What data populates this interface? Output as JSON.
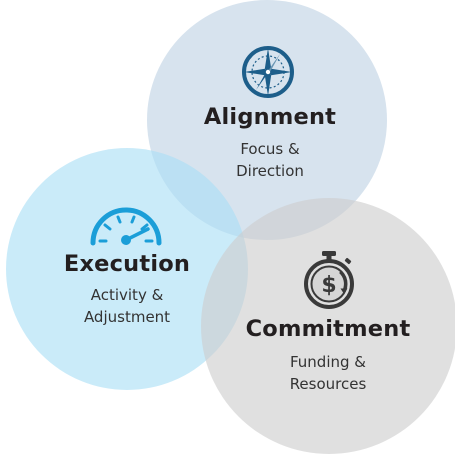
{
  "diagram": {
    "circles": [
      {
        "id": "alignment",
        "title": "Alignment",
        "subtitle_line1": "Focus &",
        "subtitle_line2": "Direction",
        "icon": "compass-icon",
        "color": "#bed2e4"
      },
      {
        "id": "execution",
        "title": "Execution",
        "subtitle_line1": "Activity &",
        "subtitle_line2": "Adjustment",
        "icon": "speedometer-icon",
        "color": "#aadff5"
      },
      {
        "id": "commitment",
        "title": "Commitment",
        "subtitle_line1": "Funding &",
        "subtitle_line2": "Resources",
        "icon": "stopwatch-dollar-icon",
        "color": "#cdcdcd"
      }
    ],
    "colors": {
      "compass_blue": "#1d5e8a",
      "gauge_blue": "#1b9ed8",
      "stopwatch_dark": "#3a3a3a",
      "title_text": "#231f20",
      "subtitle_text": "#333333"
    }
  }
}
